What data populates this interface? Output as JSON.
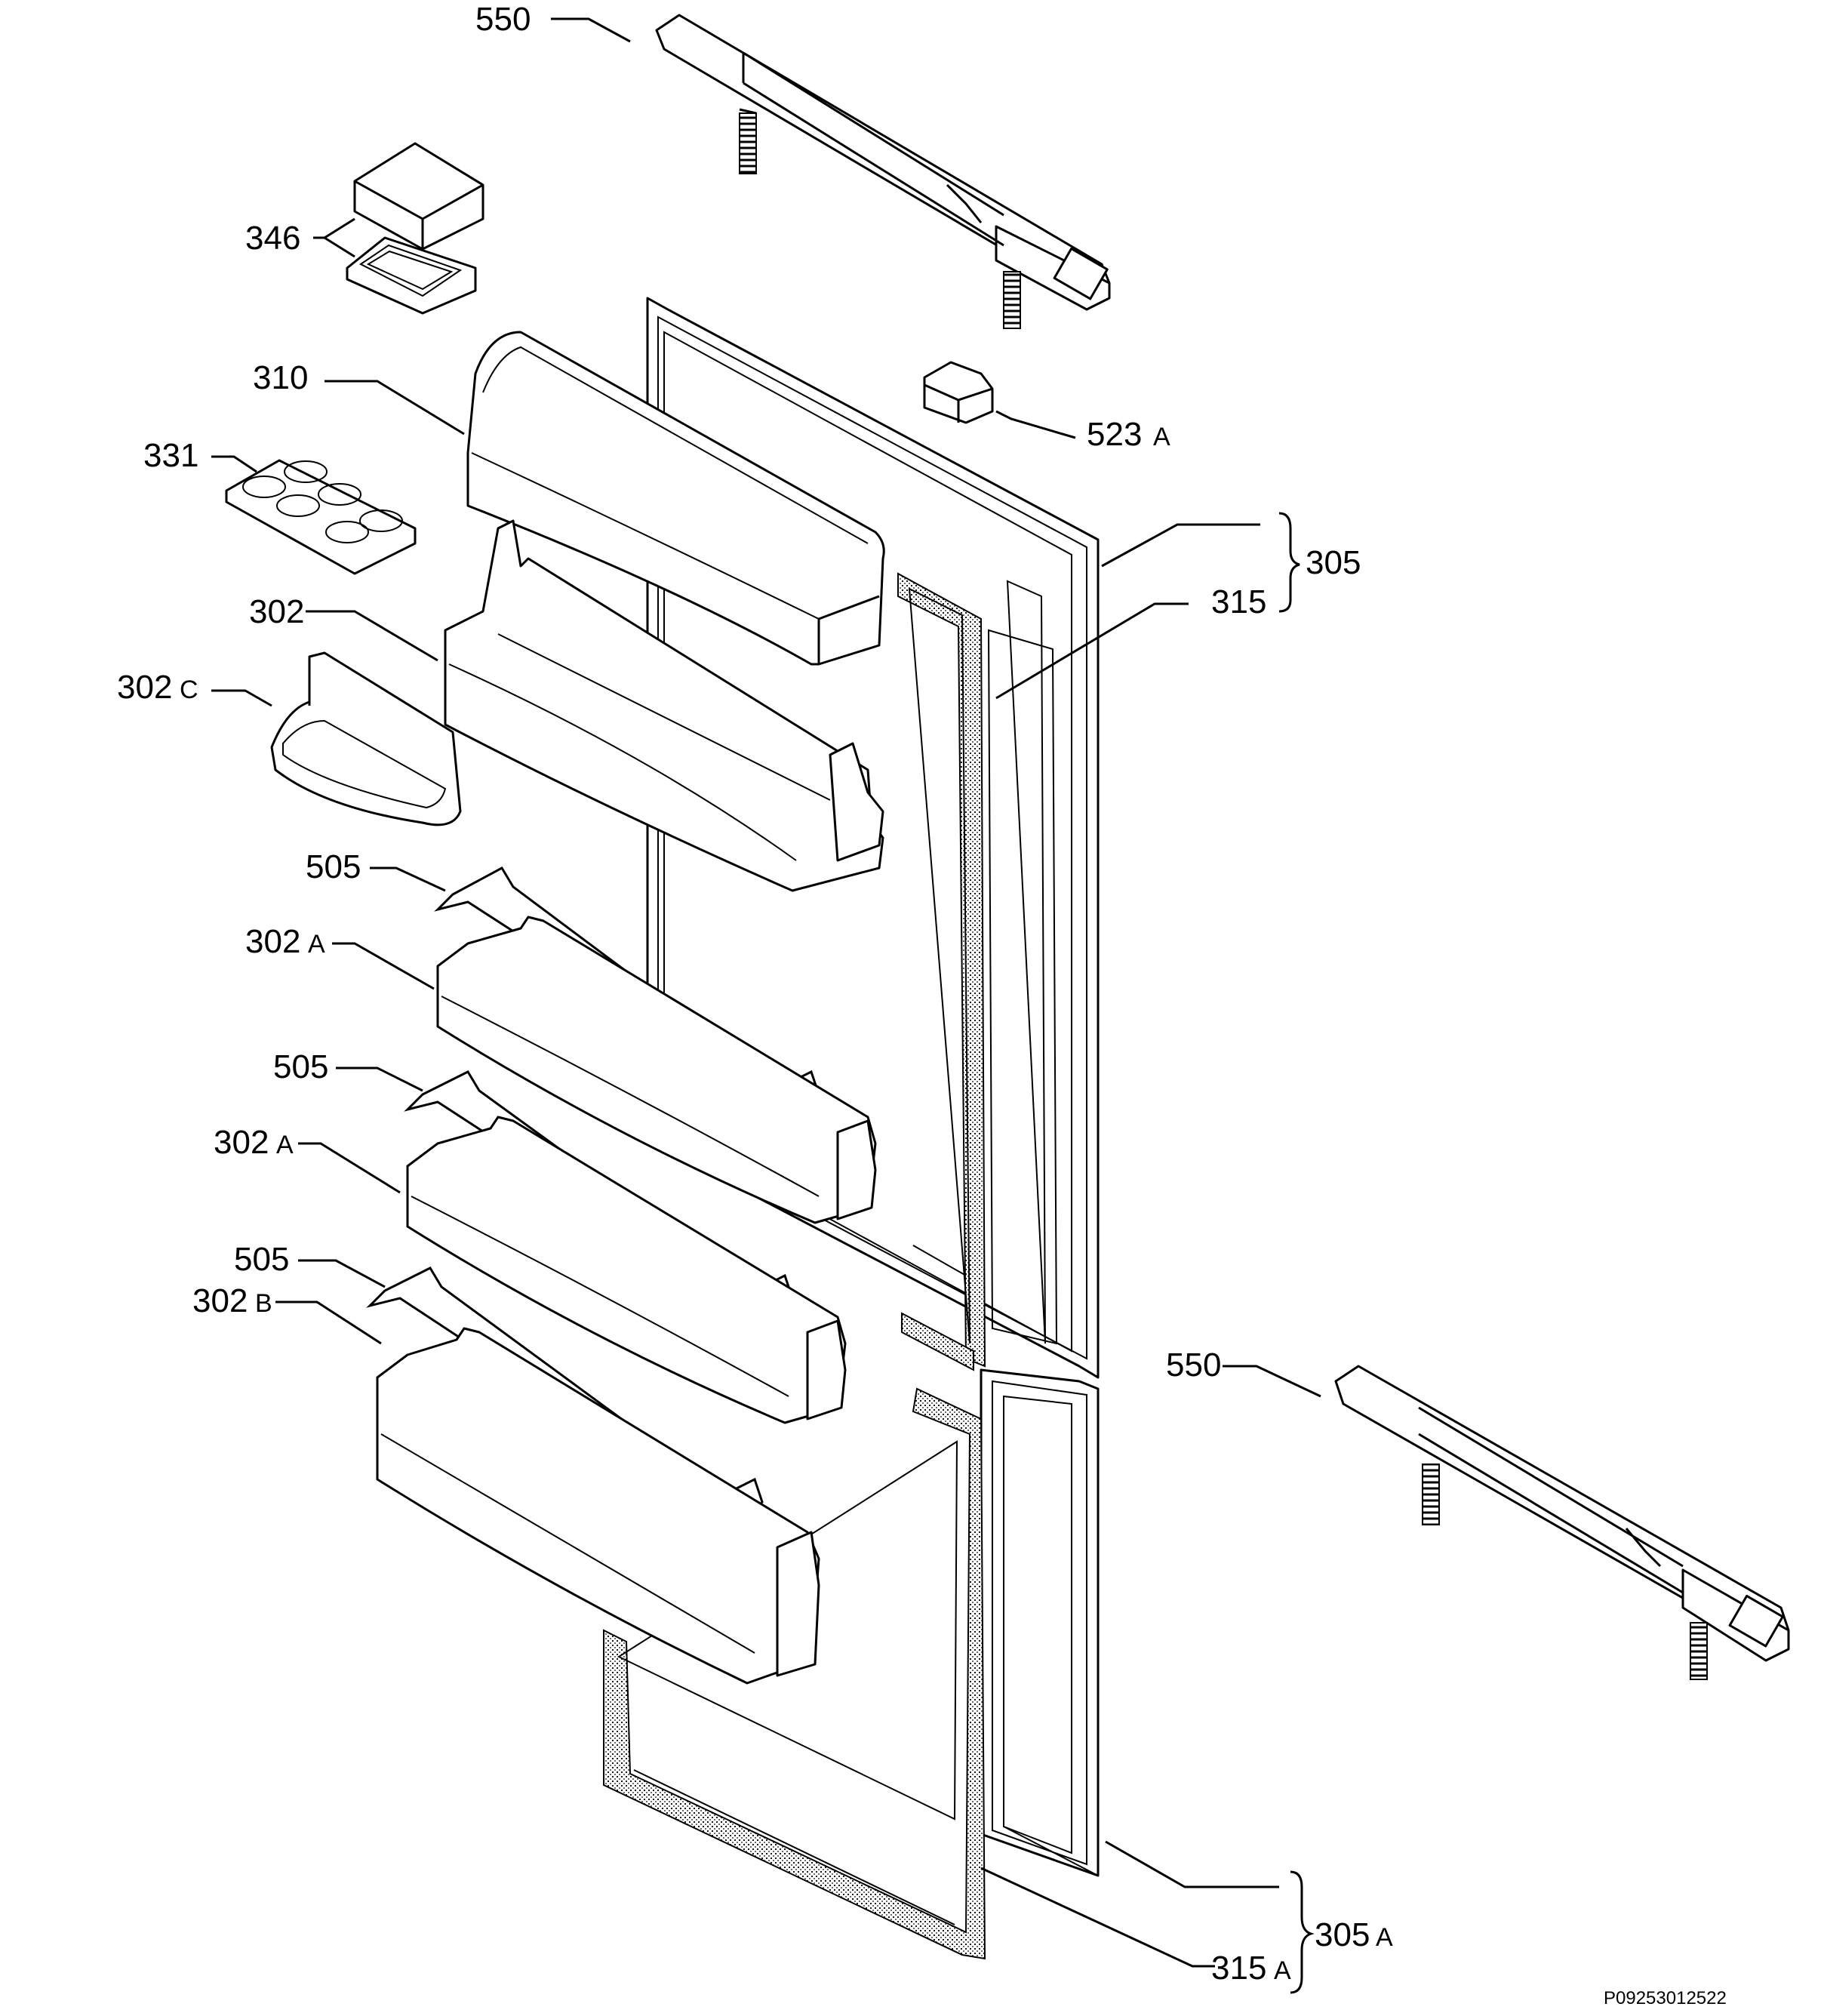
{
  "labels": {
    "l550_top": "550",
    "l346": "346",
    "l310": "310",
    "l331": "331",
    "l523": "523",
    "l523_suffix": "A",
    "l305": "305",
    "l315": "315",
    "l302": "302",
    "l302c": "302",
    "l302c_suffix": "C",
    "l505_1": "505",
    "l302a_1": "302",
    "l302a_1_suffix": "A",
    "l505_2": "505",
    "l302a_2": "302",
    "l302a_2_suffix": "A",
    "l505_3": "505",
    "l302b": "302",
    "l302b_suffix": "B",
    "l550_bottom": "550",
    "l305a": "305",
    "l305a_suffix": "A",
    "l315a": "315",
    "l315a_suffix": "A"
  },
  "reference_code": "P09253012522"
}
